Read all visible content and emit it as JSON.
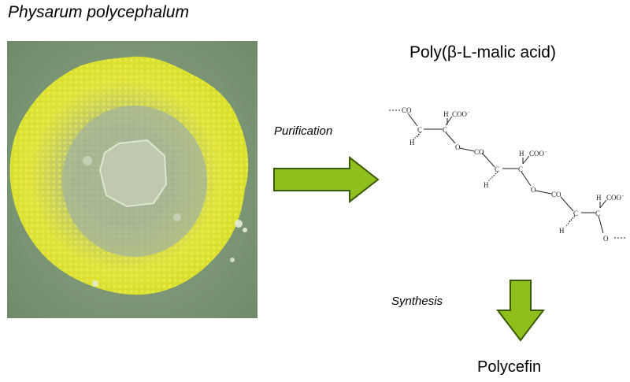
{
  "organism": {
    "name": "Physarum polycephalum"
  },
  "polymer": {
    "name_prefix": "Poly(",
    "beta": "β",
    "name_suffix": "-L-malic acid)"
  },
  "steps": {
    "purification": "Purification",
    "synthesis": "Synthesis"
  },
  "product": {
    "name": "Polycefin"
  },
  "structure_labels": {
    "co": "CO",
    "coo": "COO",
    "minus": "-",
    "c": "C",
    "h": "H",
    "o": "O"
  },
  "colors": {
    "arrow_fill": "#8fbf1c",
    "arrow_stroke": "#3b5a00",
    "plate": "#8ca77e",
    "colony": "#dfe23a"
  }
}
